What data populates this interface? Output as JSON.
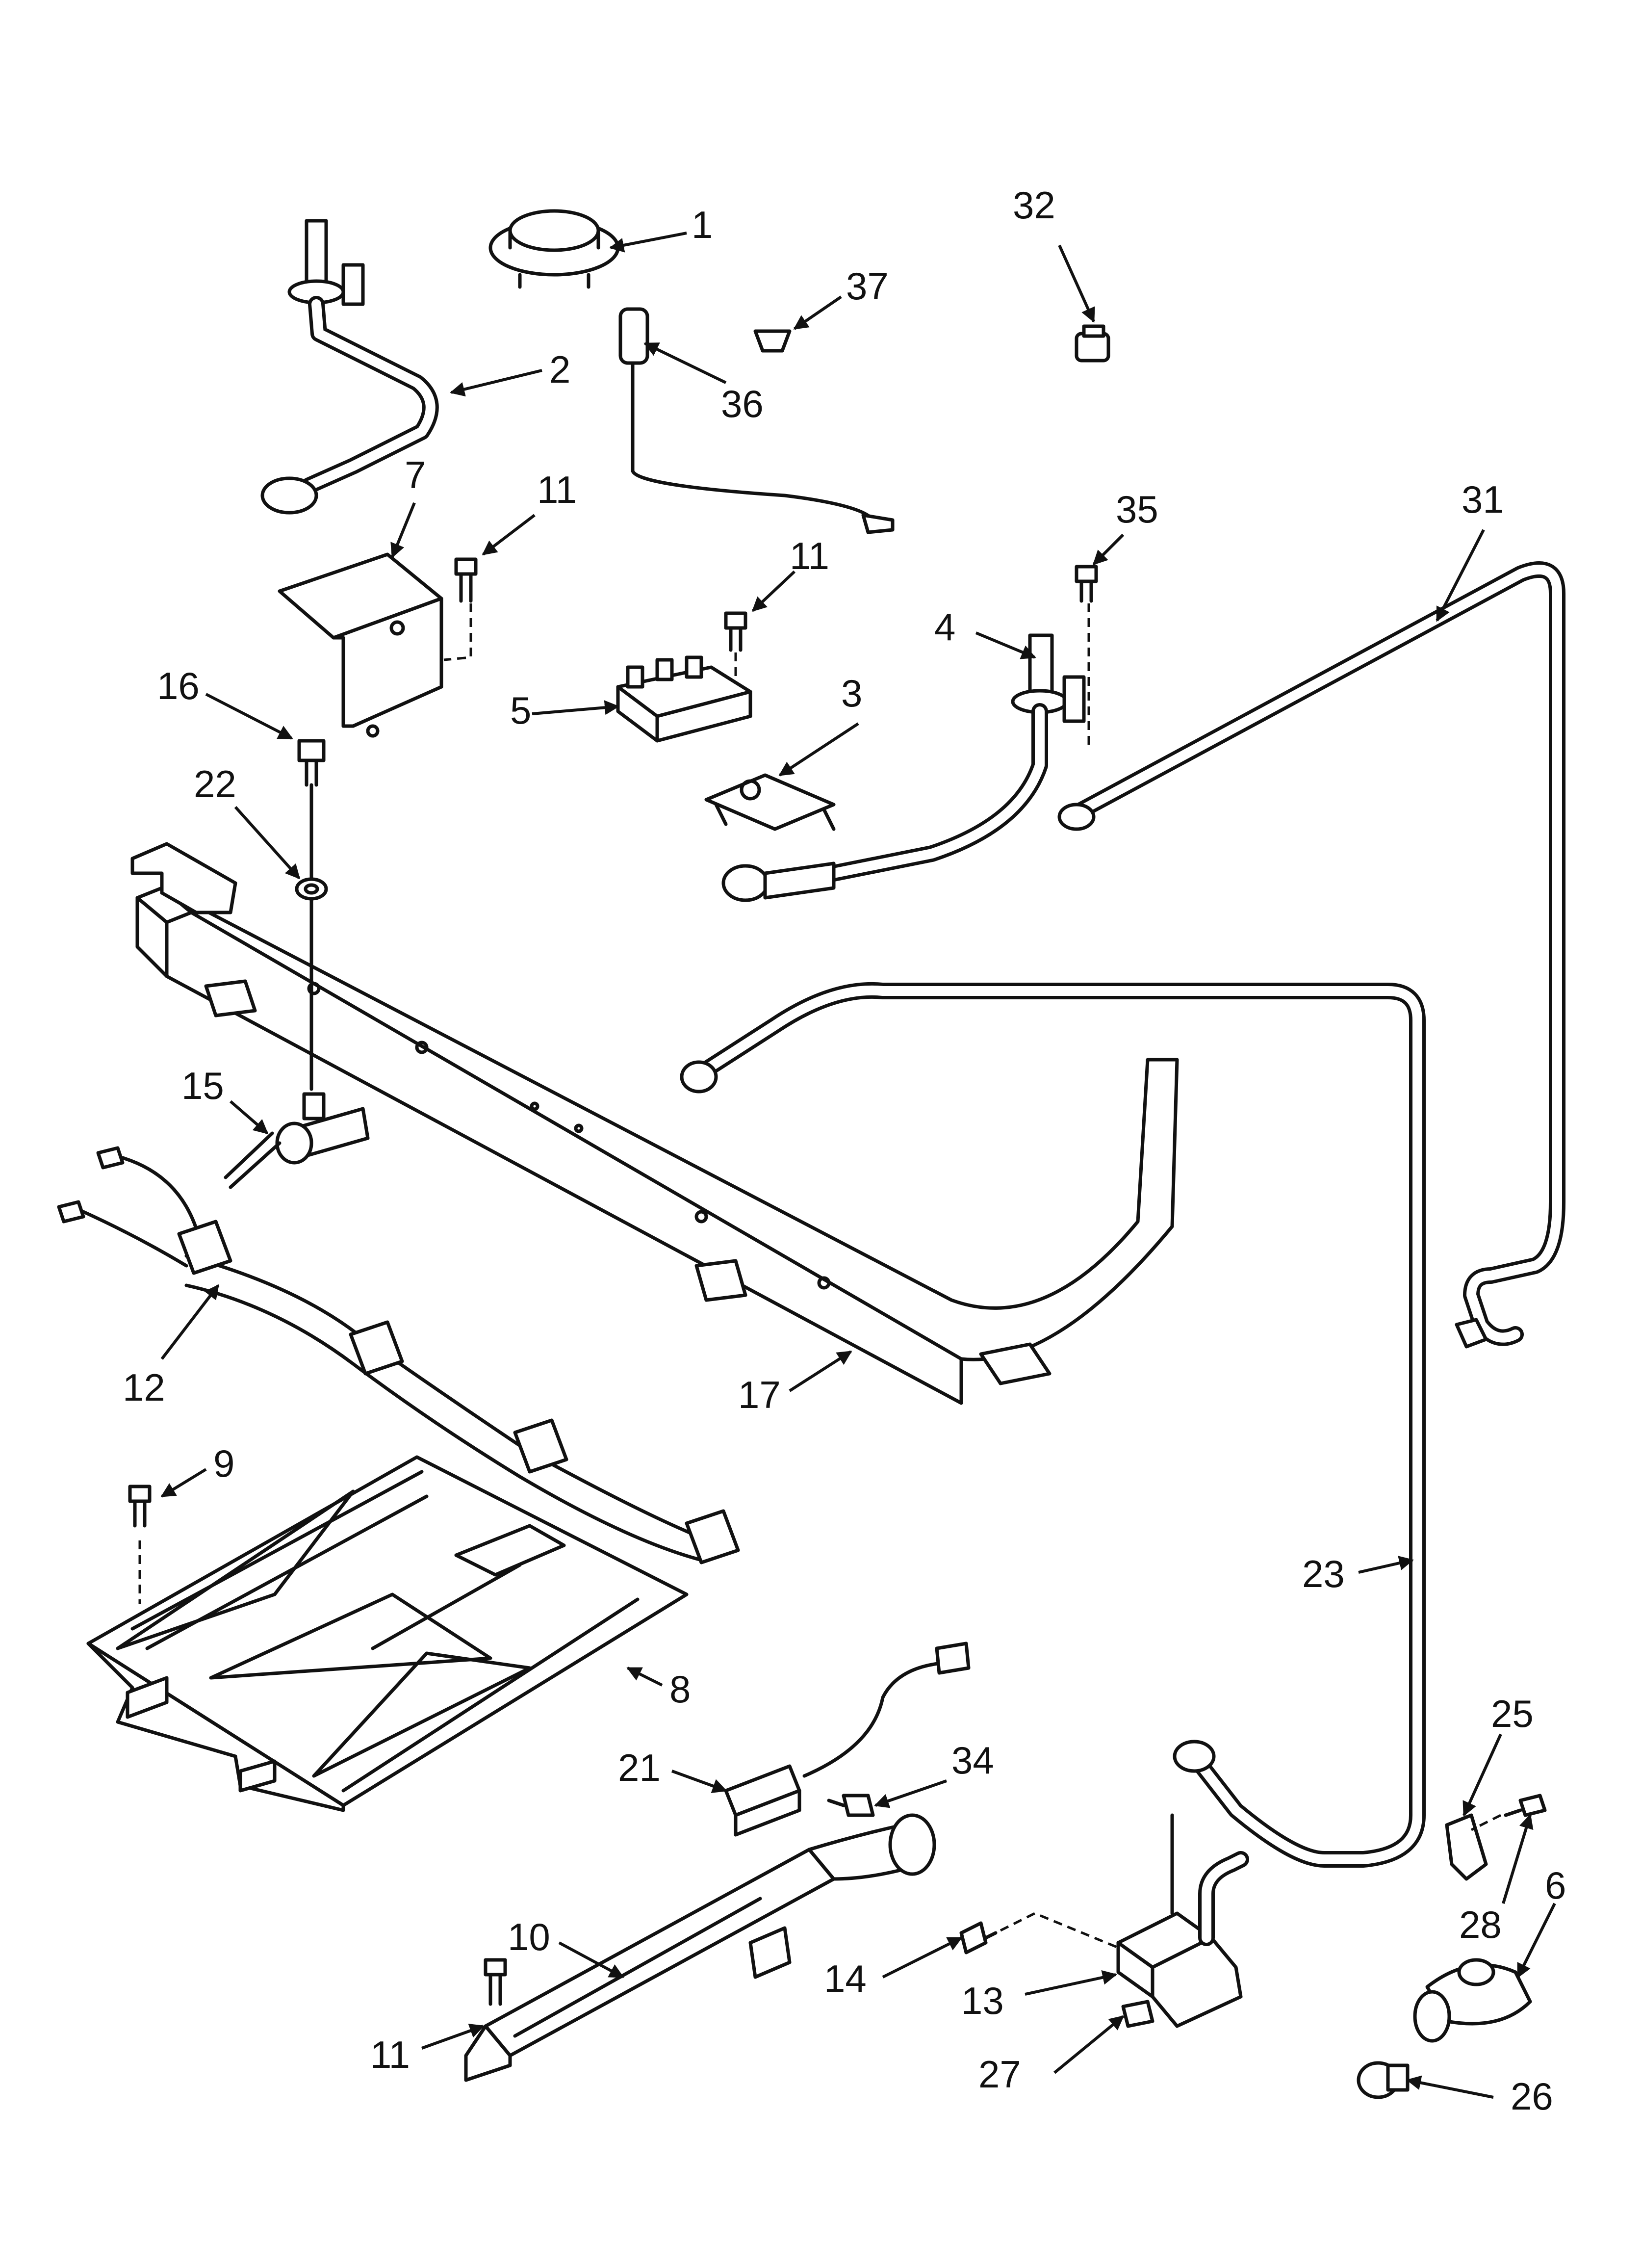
{
  "callouts": {
    "c1": "1",
    "c2": "2",
    "c3": "3",
    "c4": "4",
    "c5": "5",
    "c6": "6",
    "c7": "7",
    "c8": "8",
    "c9": "9",
    "c10": "10",
    "c11a": "11",
    "c11b": "11",
    "c11c": "11",
    "c12": "12",
    "c13": "13",
    "c14": "14",
    "c15": "15",
    "c16": "16",
    "c17": "17",
    "c21": "21",
    "c22": "22",
    "c23": "23",
    "c25": "25",
    "c26": "26",
    "c27": "27",
    "c28": "28",
    "c31": "31",
    "c32": "32",
    "c34": "34",
    "c35": "35",
    "c36": "36",
    "c37": "37"
  },
  "colors": {
    "line": "#111111",
    "background": "#ffffff"
  }
}
